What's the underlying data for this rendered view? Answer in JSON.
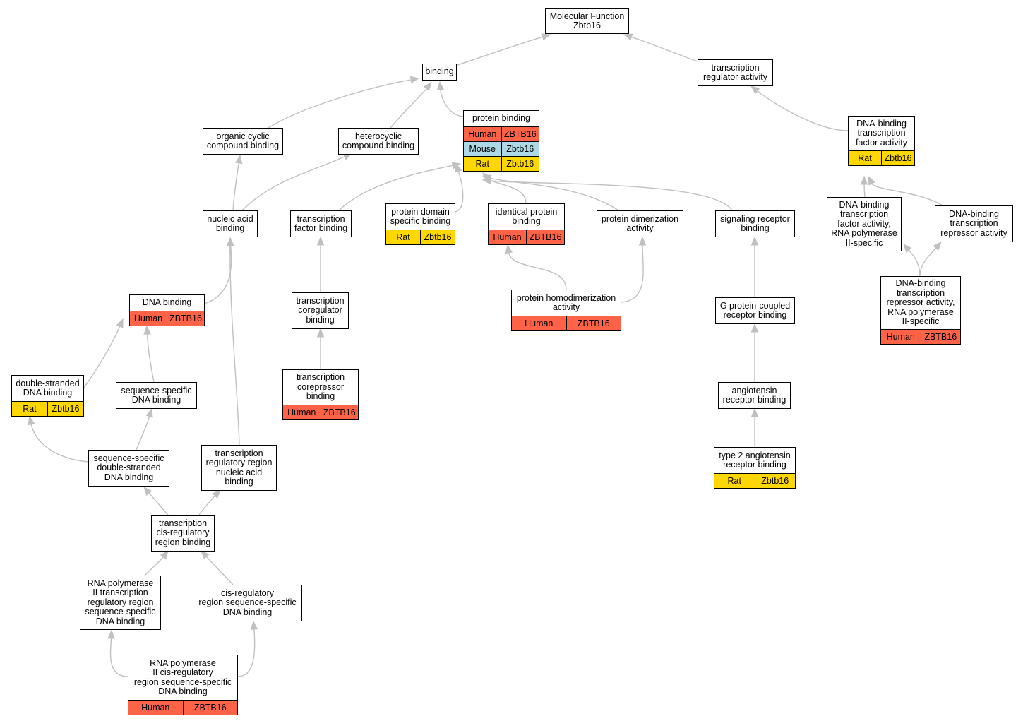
{
  "colors": {
    "Human": "#ff6347",
    "Mouse": "#add8e6",
    "Rat": "#ffd700",
    "edge": "#c0c0c0"
  },
  "nodes": [
    {
      "id": "mf",
      "label": "Molecular Function\nZbtb16",
      "rows": []
    },
    {
      "id": "binding",
      "label": "binding",
      "rows": []
    },
    {
      "id": "tra",
      "label": "transcription\nregulator activity",
      "rows": []
    },
    {
      "id": "occb",
      "label": "organic cyclic\ncompound binding",
      "rows": []
    },
    {
      "id": "hcb",
      "label": "heterocyclic\ncompound binding",
      "rows": []
    },
    {
      "id": "pb",
      "label": "protein binding",
      "rows": [
        {
          "species": "Human",
          "gene": "ZBTB16"
        },
        {
          "species": "Mouse",
          "gene": "Zbtb16"
        },
        {
          "species": "Rat",
          "gene": "Zbtb16"
        }
      ]
    },
    {
      "id": "dbtfa",
      "label": "DNA-binding\ntranscription\nfactor activity",
      "rows": [
        {
          "species": "Rat",
          "gene": "Zbtb16"
        }
      ]
    },
    {
      "id": "nab",
      "label": "nucleic acid\nbinding",
      "rows": []
    },
    {
      "id": "tfb",
      "label": "transcription\nfactor binding",
      "rows": []
    },
    {
      "id": "pdsb",
      "label": "protein domain\nspecific binding",
      "rows": [
        {
          "species": "Rat",
          "gene": "Zbtb16"
        }
      ]
    },
    {
      "id": "ipb",
      "label": "identical protein\nbinding",
      "rows": [
        {
          "species": "Human",
          "gene": "ZBTB16"
        }
      ]
    },
    {
      "id": "pda",
      "label": "protein dimerization\nactivity",
      "rows": []
    },
    {
      "id": "srb",
      "label": "signaling receptor\nbinding",
      "rows": []
    },
    {
      "id": "dbtfa2",
      "label": "DNA-binding\ntranscription\nfactor activity,\nRNA polymerase\nII-specific",
      "rows": []
    },
    {
      "id": "dbtra",
      "label": "DNA-binding\ntranscription\nrepressor activity",
      "rows": []
    },
    {
      "id": "dnab",
      "label": "DNA binding",
      "rows": [
        {
          "species": "Human",
          "gene": "ZBTB16"
        }
      ]
    },
    {
      "id": "tcb",
      "label": "transcription\ncoregulator\nbinding",
      "rows": []
    },
    {
      "id": "phda",
      "label": "protein homodimerization\nactivity",
      "rows": [
        {
          "species": "Human",
          "gene": "ZBTB16"
        }
      ]
    },
    {
      "id": "gpcrb",
      "label": "G protein-coupled\nreceptor binding",
      "rows": []
    },
    {
      "id": "dbtra2",
      "label": "DNA-binding\ntranscription\nrepressor activity,\nRNA polymerase\nII-specific",
      "rows": [
        {
          "species": "Human",
          "gene": "ZBTB16"
        }
      ]
    },
    {
      "id": "dsdb",
      "label": "double-stranded\nDNA binding",
      "rows": [
        {
          "species": "Rat",
          "gene": "Zbtb16"
        }
      ]
    },
    {
      "id": "ssdb",
      "label": "sequence-specific\nDNA binding",
      "rows": []
    },
    {
      "id": "tcrb",
      "label": "transcription\ncorepressor\nbinding",
      "rows": [
        {
          "species": "Human",
          "gene": "ZBTB16"
        }
      ]
    },
    {
      "id": "arb",
      "label": "angiotensin\nreceptor binding",
      "rows": []
    },
    {
      "id": "ssdsdb",
      "label": "sequence-specific\ndouble-stranded\nDNA binding",
      "rows": []
    },
    {
      "id": "trrnab",
      "label": "transcription\nregulatory region\nnucleic acid\nbinding",
      "rows": []
    },
    {
      "id": "t2arb",
      "label": "type 2 angiotensin\nreceptor binding",
      "rows": [
        {
          "species": "Rat",
          "gene": "Zbtb16"
        }
      ]
    },
    {
      "id": "tcrrb",
      "label": "transcription\ncis-regulatory\nregion binding",
      "rows": []
    },
    {
      "id": "rp2trr",
      "label": "RNA polymerase\nII transcription\nregulatory region\nsequence-specific\nDNA binding",
      "rows": []
    },
    {
      "id": "crrssdb",
      "label": "cis-regulatory\nregion sequence-specific\nDNA binding",
      "rows": []
    },
    {
      "id": "rp2crr",
      "label": "RNA polymerase\nII cis-regulatory\nregion sequence-specific\nDNA binding",
      "rows": [
        {
          "species": "Human",
          "gene": "ZBTB16"
        }
      ]
    }
  ]
}
